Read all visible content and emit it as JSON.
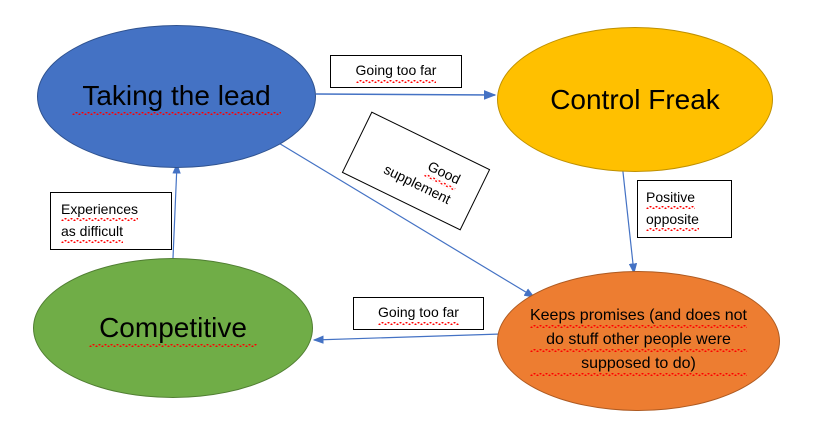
{
  "diagram": {
    "title": "Taking the lead / Control Freak behaviour map",
    "background_color": "#FFFFFF",
    "arrow_color": "#4472C4",
    "nodes": [
      {
        "id": "taking-the-lead",
        "label": "Taking the lead",
        "color": "#4472C4",
        "border_color": "#2F528F",
        "shape": "ellipse",
        "spellcheck_underline": true
      },
      {
        "id": "control-freak",
        "label": "Control Freak",
        "color": "#FFC000",
        "border_color": "#BF9000",
        "shape": "ellipse",
        "spellcheck_underline": false
      },
      {
        "id": "competitive",
        "label": "Competitive",
        "color": "#70AD47",
        "border_color": "#507E32",
        "shape": "ellipse",
        "spellcheck_underline": true
      },
      {
        "id": "keeps-promises",
        "label": "Keeps promises (and does not do stuff other people were supposed to do)",
        "line1": "Keeps promises (and does not",
        "line2": "do stuff other people were",
        "line3": "supposed to do)",
        "color": "#ED7D31",
        "border_color": "#AE5A21",
        "shape": "ellipse",
        "spellcheck_underline": true
      }
    ],
    "edge_labels": [
      {
        "id": "going-too-far-top",
        "text": "Going too far",
        "from": "taking-the-lead",
        "to": "control-freak",
        "rotation_deg": 0
      },
      {
        "id": "good-supplement",
        "line1": "Good",
        "line2": "supplement",
        "text": "Good supplement",
        "from": "taking-the-lead",
        "to": "keeps-promises",
        "rotation_deg": 26
      },
      {
        "id": "positive-opposite",
        "line1": "Positive",
        "line2": "opposite",
        "text": "Positive opposite",
        "from": "control-freak",
        "to": "keeps-promises",
        "rotation_deg": 0
      },
      {
        "id": "going-too-far-bottom",
        "text": "Going too far",
        "from": "keeps-promises",
        "to": "competitive",
        "rotation_deg": 0
      },
      {
        "id": "experiences-as-difficult",
        "line1": "Experiences",
        "line2": "as difficult",
        "text": "Experiences as difficult",
        "from": "competitive",
        "to": "taking-the-lead",
        "rotation_deg": 0
      }
    ]
  }
}
